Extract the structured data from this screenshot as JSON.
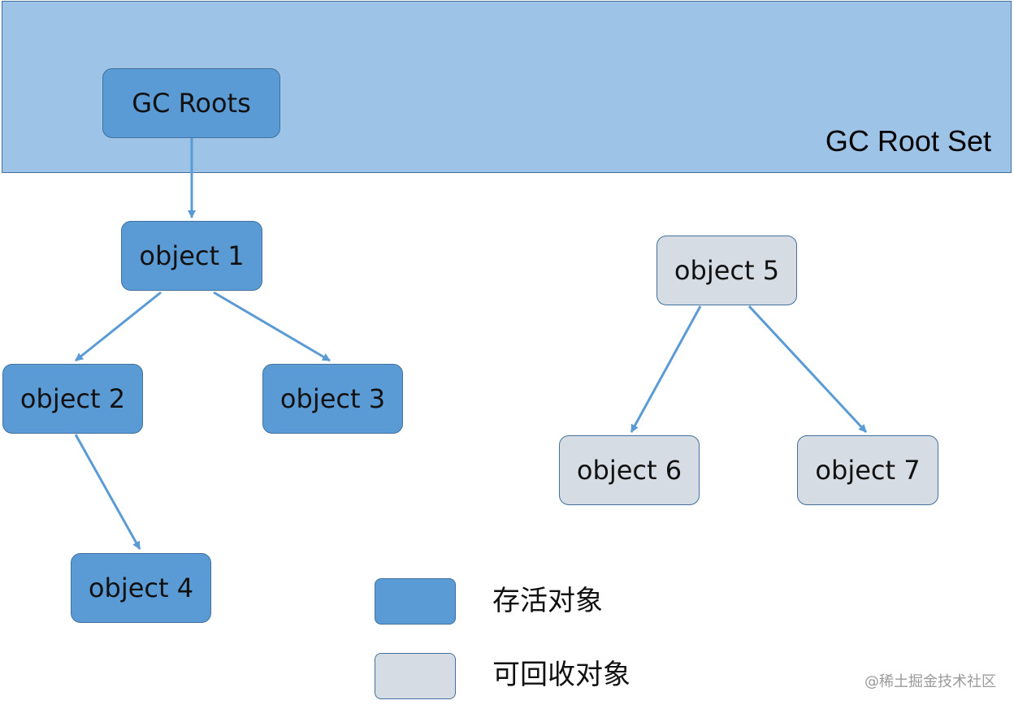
{
  "root_set": {
    "label": "GC Root Set"
  },
  "nodes": {
    "gc_roots": "GC Roots",
    "object1": "object 1",
    "object2": "object 2",
    "object3": "object 3",
    "object4": "object 4",
    "object5": "object 5",
    "object6": "object 6",
    "object7": "object 7"
  },
  "legend": {
    "alive_label": "存活对象",
    "collectable_label": "可回收对象"
  },
  "colors": {
    "root_set_fill": "#9DC3E6",
    "alive_fill": "#5B9BD5",
    "collectable_fill": "#D6DCE4",
    "border": "#41719C",
    "edge": "#5B9BD5"
  },
  "edges": [
    {
      "from": "gc_roots",
      "to": "object1"
    },
    {
      "from": "object1",
      "to": "object2"
    },
    {
      "from": "object1",
      "to": "object3"
    },
    {
      "from": "object2",
      "to": "object4"
    },
    {
      "from": "object5",
      "to": "object6"
    },
    {
      "from": "object5",
      "to": "object7"
    }
  ],
  "watermark": "@稀土掘金技术社区"
}
